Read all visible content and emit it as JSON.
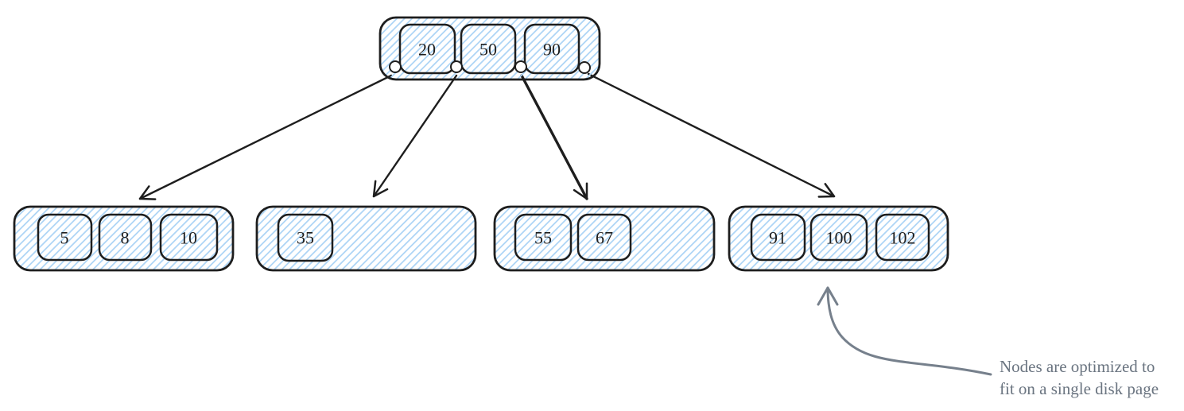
{
  "diagram": {
    "kind": "b-tree",
    "tree": {
      "root": {
        "keys": [
          "20",
          "50",
          "90"
        ]
      },
      "leaves": [
        {
          "keys": [
            "5",
            "8",
            "10"
          ]
        },
        {
          "keys": [
            "35"
          ]
        },
        {
          "keys": [
            "55",
            "67"
          ]
        },
        {
          "keys": [
            "91",
            "100",
            "102"
          ]
        }
      ]
    },
    "annotation": {
      "line1": "Nodes are optimized to",
      "line2": "fit on a single disk page"
    },
    "colors": {
      "node_stroke": "#1e1e1e",
      "hatch_fill": "#aed5f6",
      "key_text": "#1e1e1e",
      "edge_arrow": "#1e1e1e",
      "annotation_gray": "#6a7480",
      "background": "#ffffff"
    }
  }
}
